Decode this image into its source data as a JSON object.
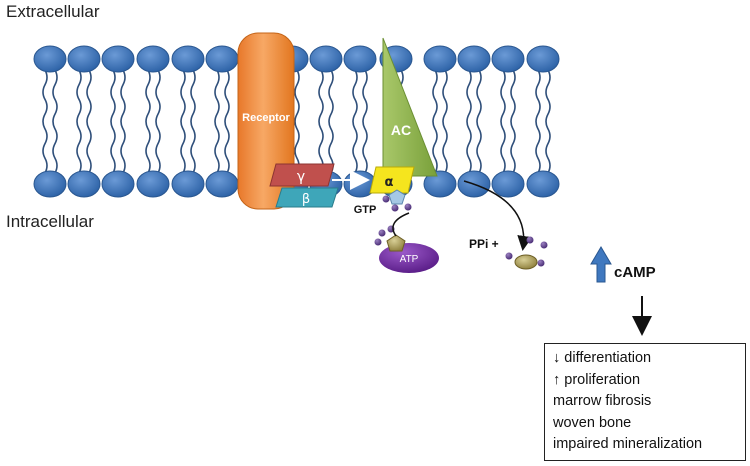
{
  "labels": {
    "extracellular": "Extracellular",
    "intracellular": "Intracellular",
    "receptor": "Receptor",
    "ac": "AC",
    "gamma": "γ",
    "beta": "β",
    "alpha": "α",
    "gtp": "GTP",
    "atp": "ATP",
    "ppi": "PPi +",
    "camp": "cAMP"
  },
  "effects": [
    "↓ differentiation",
    "↑ proliferation",
    "marrow fibrosis",
    "woven bone",
    "impaired mineralization"
  ],
  "colors": {
    "lipid_head": "#3f78bf",
    "lipid_head_border": "#2a5790",
    "receptor": "#f0883a",
    "ac": "#8fb34a",
    "gamma": "#c0504d",
    "beta": "#3ea6b9",
    "alpha": "#f5e51e",
    "atp": "#7030a0",
    "up_arrow": "#3f78bf"
  }
}
